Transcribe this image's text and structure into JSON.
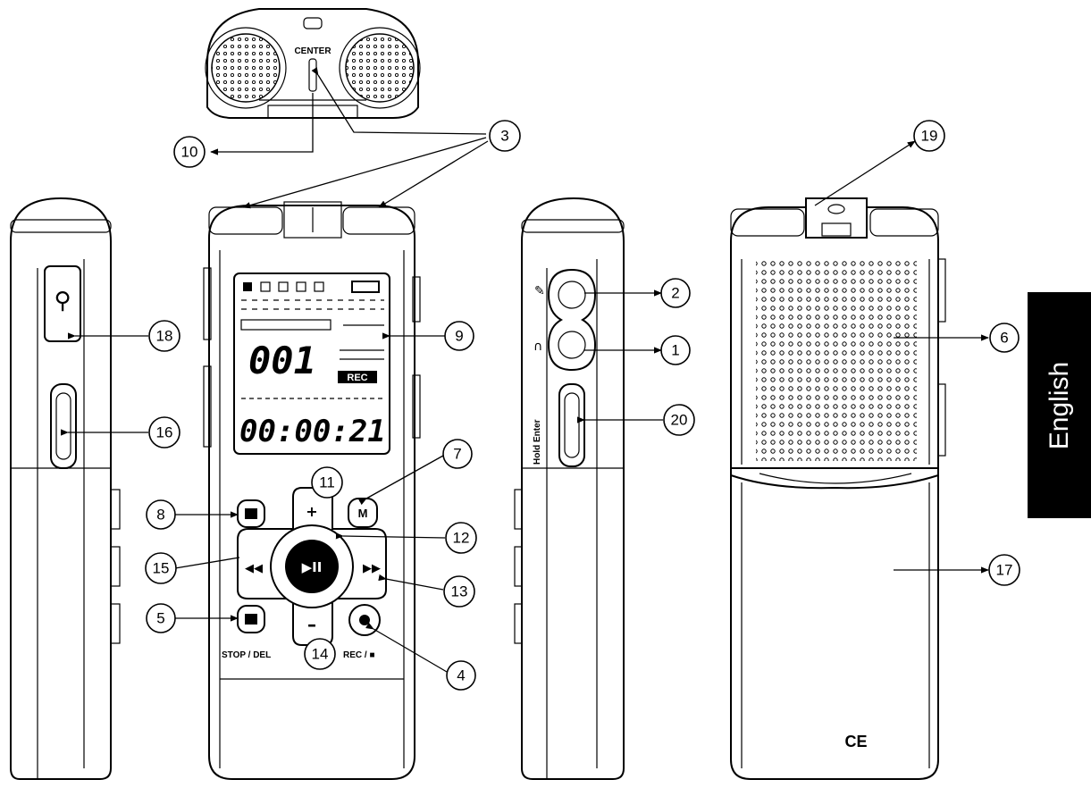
{
  "language_tab": "English",
  "top_view": {
    "center_label": "CENTER"
  },
  "front": {
    "lcd_track": "001",
    "lcd_time": "00:00:21",
    "lcd_rec": "REC",
    "stop_label": "STOP / DEL",
    "rec_label": "REC / ■"
  },
  "side_right": {
    "vertical_label": "Hold  Enter"
  },
  "back": {
    "ce_mark": "CE"
  },
  "callouts": [
    {
      "id": "c1",
      "label": "1"
    },
    {
      "id": "c2",
      "label": "2"
    },
    {
      "id": "c3",
      "label": "3"
    },
    {
      "id": "c4",
      "label": "4"
    },
    {
      "id": "c5",
      "label": "5"
    },
    {
      "id": "c6",
      "label": "6"
    },
    {
      "id": "c7",
      "label": "7"
    },
    {
      "id": "c8",
      "label": "8"
    },
    {
      "id": "c9",
      "label": "9"
    },
    {
      "id": "c10",
      "label": "10"
    },
    {
      "id": "c11",
      "label": "11"
    },
    {
      "id": "c12",
      "label": "12"
    },
    {
      "id": "c13",
      "label": "13"
    },
    {
      "id": "c14",
      "label": "14"
    },
    {
      "id": "c15",
      "label": "15"
    },
    {
      "id": "c16",
      "label": "16"
    },
    {
      "id": "c17",
      "label": "17"
    },
    {
      "id": "c18",
      "label": "18"
    },
    {
      "id": "c19",
      "label": "19"
    },
    {
      "id": "c20",
      "label": "20"
    }
  ]
}
